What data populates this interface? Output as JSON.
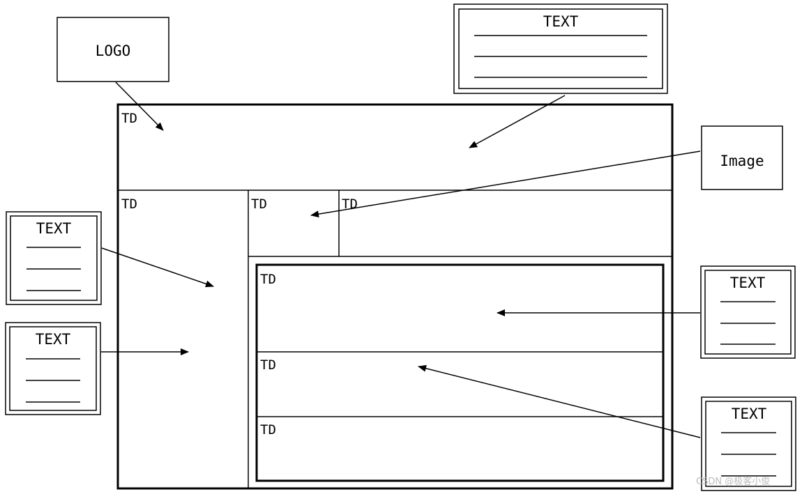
{
  "logo_box": {
    "label": "LOGO"
  },
  "image_box": {
    "label": "Image"
  },
  "text_boxes": {
    "top": {
      "label": "TEXT"
    },
    "left_upper": {
      "label": "TEXT"
    },
    "left_lower": {
      "label": "TEXT"
    },
    "right_upper": {
      "label": "TEXT"
    },
    "right_lower": {
      "label": "TEXT"
    }
  },
  "cells": {
    "header": "TD",
    "sidebar": "TD",
    "image_cell": "TD",
    "top_right": "TD",
    "content_1": "TD",
    "content_2": "TD",
    "content_3": "TD"
  },
  "watermark": "CSDN @极客小俊"
}
